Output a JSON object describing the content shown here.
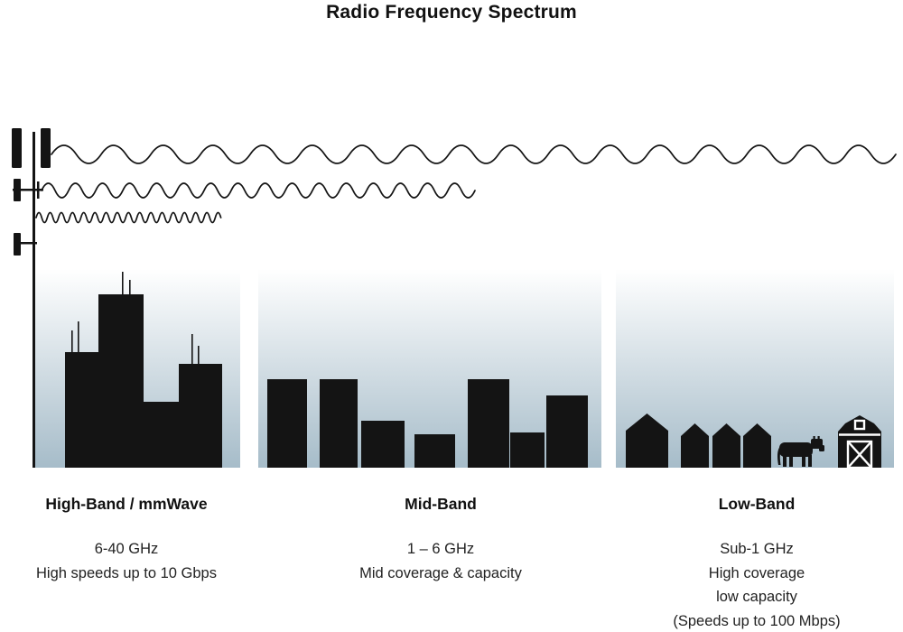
{
  "header": {
    "title": "Radio Frequency Spectrum"
  },
  "bands": [
    {
      "id": "high-band",
      "name": "High-Band / mmWave",
      "range": "6-40 GHz",
      "lines": [
        "High speeds up to 10 Gbps"
      ],
      "icons": [
        "short-wave-icon",
        "city-skyline-icon"
      ]
    },
    {
      "id": "mid-band",
      "name": "Mid-Band",
      "range": "1 – 6 GHz",
      "lines": [
        "Mid coverage & capacity"
      ],
      "icons": [
        "medium-wave-icon",
        "midrise-buildings-icon"
      ]
    },
    {
      "id": "low-band",
      "name": "Low-Band",
      "range": "Sub-1 GHz",
      "lines": [
        "High coverage",
        "low capacity",
        "(Speeds up to 100 Mbps)"
      ],
      "icons": [
        "long-wave-icon",
        "houses-icon",
        "cow-icon",
        "barn-icon"
      ]
    }
  ],
  "tower_icon": "cell-tower-icon",
  "colors": {
    "ink": "#141414",
    "text": "#1f1f1f",
    "sky_top": "#ffffff",
    "sky_bottom": "#a6bcc9"
  }
}
